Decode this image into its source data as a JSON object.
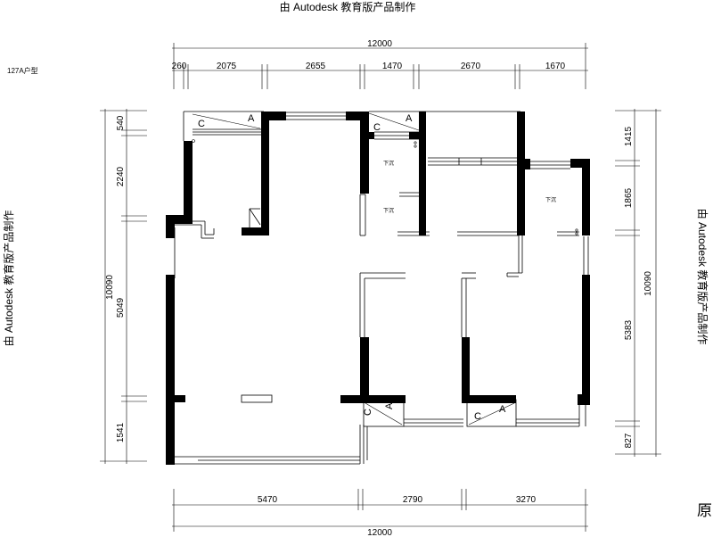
{
  "watermark": {
    "top": "由 Autodesk 教育版产品制作",
    "left": "由 Autodesk 教育版产品制作",
    "right": "由 Autodesk 教育版产品制作"
  },
  "plan_label": "127A户型",
  "corner_mark": "原",
  "dimensions": {
    "top_total": "12000",
    "top_segments": [
      "260",
      "2075",
      "2655",
      "1470",
      "2670",
      "1670"
    ],
    "bottom_total": "12000",
    "bottom_segments": [
      "5470",
      "2790",
      "3270"
    ],
    "left_total": "10090",
    "left_segments": [
      "540",
      "2240",
      "5049",
      "1541"
    ],
    "right_total": "10090",
    "right_segments": [
      "1415",
      "1865",
      "5383",
      "827"
    ]
  },
  "ac_units": [
    {
      "c": "C",
      "a": "A"
    },
    {
      "c": "C",
      "a": "A"
    },
    {
      "c": "C",
      "a": "A"
    },
    {
      "c": "C",
      "a": "A"
    }
  ],
  "drain_labels": [
    "下沉",
    "下沉",
    "下沉"
  ]
}
